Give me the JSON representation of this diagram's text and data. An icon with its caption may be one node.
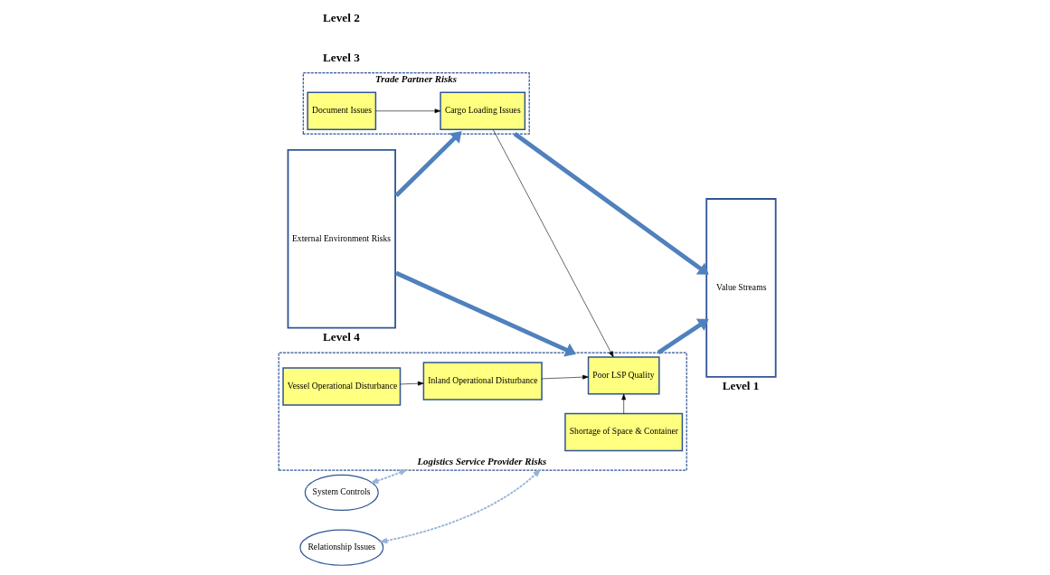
{
  "diagram": {
    "nodes": [
      {
        "text": [
          "External Environment Risks"
        ],
        "beside": [
          "Level 4"
        ]
      },
      {
        "text": [
          "Trade Partner Risks"
        ]
      },
      {
        "text": [
          "Document Issues"
        ],
        "in": 1
      },
      {
        "text": [
          "Cargo Loading Issues"
        ],
        "in": 1
      },
      {
        "text": [
          "Logistics Service Provider Risks"
        ]
      },
      {
        "text": [
          "Shortage of Space & Container"
        ],
        "in": 4
      },
      {
        "text": [
          "Vessel Operational Disturbance"
        ],
        "in": 4
      },
      {
        "text": [
          "Inland Operational Disturbance"
        ],
        "in": 4
      },
      {
        "text": [
          "Poor LSP Quality"
        ],
        "in": 4
      },
      {
        "text": [
          "Value Streams"
        ],
        "beside": [
          "Level 1"
        ]
      },
      {
        "text": [
          "System Controls"
        ]
      },
      {
        "text": [
          "Relationship Issues"
        ]
      }
    ],
    "edges": [
      {
        "from": 0,
        "to": 1,
        "arrow": "to",
        "style": "thick",
        "color": "#4f81bd"
      },
      {
        "from": 0,
        "to": 4,
        "arrow": "to",
        "style": "thick",
        "color": "#4f81bd"
      },
      {
        "from": 1,
        "to": 9,
        "arrow": "to",
        "style": "thick",
        "color": "#4f81bd"
      },
      {
        "from": 4,
        "to": 9,
        "arrow": "to",
        "style": "thick",
        "color": "#4f81bd"
      },
      {
        "from": 2,
        "to": 3,
        "arrow": "to"
      },
      {
        "from": 3,
        "to": 8,
        "arrow": "to"
      },
      {
        "from": 5,
        "to": 8,
        "arrow": "to"
      },
      {
        "from": 6,
        "to": 7,
        "arrow": "to"
      },
      {
        "from": 7,
        "to": 8,
        "arrow": "to"
      },
      {
        "from": 10,
        "to": 4,
        "arrow": "both",
        "style": "dashed",
        "color": "#95b3d7"
      },
      {
        "from": 11,
        "to": 4,
        "arrow": "both",
        "style": "dashed",
        "color": "#95b3d7"
      }
    ],
    "labels": [
      "Level 3",
      "Level 2"
    ]
  }
}
